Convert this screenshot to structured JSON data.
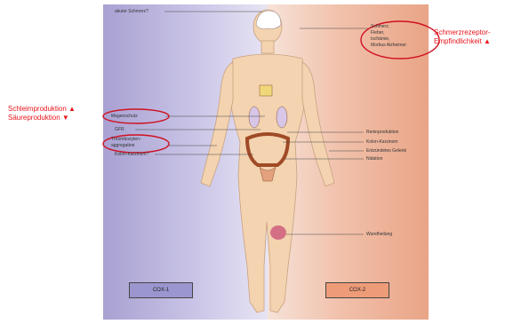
{
  "panels": {
    "left_color": "#b6b0dc",
    "right_color": "#efb196"
  },
  "left_labels": [
    "akuter Schmerz?",
    "Magenschutz",
    "GFR",
    "Thrombozyten-",
    "aggregation",
    "Kolon-Karzinom?"
  ],
  "right_labels": [
    "Schmerz,",
    "Fieber,",
    "Ischämie,",
    "Morbus Alzheimer",
    "Reninproduktion",
    "Kolon-Karzinom",
    "Entzündetes Gelenk",
    "Nidation",
    "Wundheilung"
  ],
  "annotations": {
    "left_line1": "Schleimproduktion ▲",
    "left_line2": "Säureproduktion ▼",
    "right_line1": "Schmerzrezeptor-",
    "right_line2": "Empfindlichkeit ▲"
  },
  "boxes": {
    "cox1": "COX-1",
    "cox2": "COX-2"
  },
  "colors": {
    "annotation_red": "#e8141b",
    "ellipse_red": "#d01020",
    "skin": "#f3d3b0"
  }
}
